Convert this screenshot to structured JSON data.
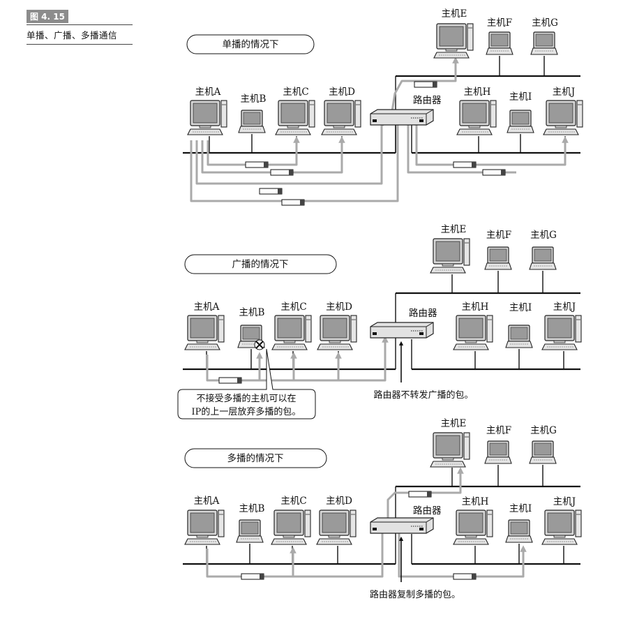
{
  "figure": {
    "number": "图 4. 15",
    "title": "单播、广播、多播通信"
  },
  "panels": [
    {
      "id": "unicast",
      "heading": "单播的情况下"
    },
    {
      "id": "broadcast",
      "heading": "广播的情况下",
      "router_note": "路由器不转发广播的包。",
      "host_note_line1": "不接受多播的主机可以在",
      "host_note_line2": "IP的上一层放弃多播的包。"
    },
    {
      "id": "multicast",
      "heading": "多播的情况下",
      "router_note": "路由器复制多播的包。"
    }
  ],
  "hosts": {
    "A": "主机A",
    "B": "主机B",
    "C": "主机C",
    "D": "主机D",
    "E": "主机E",
    "F": "主机F",
    "G": "主机G",
    "H": "主机H",
    "I": "主机I",
    "J": "主机J"
  },
  "router": "路由器",
  "colors": {
    "path": "#aaaaaa",
    "line": "#111111",
    "packet": "#ffffff",
    "screen": "#9a9a9a"
  }
}
